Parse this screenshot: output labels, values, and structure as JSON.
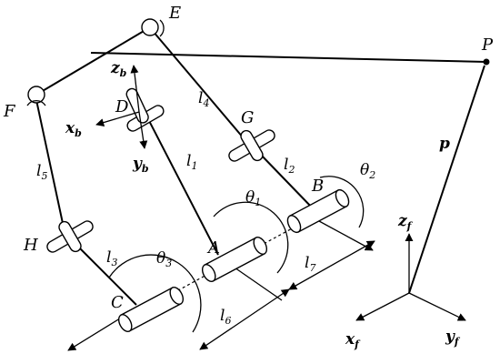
{
  "labels": {
    "E": "E",
    "P": "P",
    "F": "F",
    "D": "D",
    "G": "G",
    "H": "H",
    "A": "A",
    "B": "B",
    "C": "C",
    "l1": "l",
    "l1_sub": "1",
    "l2": "l",
    "l2_sub": "2",
    "l3": "l",
    "l3_sub": "3",
    "l4": "l",
    "l4_sub": "4",
    "l5": "l",
    "l5_sub": "5",
    "l6": "l",
    "l6_sub": "6",
    "l7": "l",
    "l7_sub": "7",
    "theta1": "θ",
    "theta1_sub": "1",
    "theta2": "θ",
    "theta2_sub": "2",
    "theta3": "θ",
    "theta3_sub": "3",
    "p": "p",
    "zb": "z",
    "zb_sub": "b",
    "xb": "x",
    "xb_sub": "b",
    "yb": "y",
    "yb_sub": "b",
    "zf": "z",
    "zf_sub": "f",
    "xf": "x",
    "xf_sub": "f",
    "yf": "y",
    "yf_sub": "f"
  }
}
